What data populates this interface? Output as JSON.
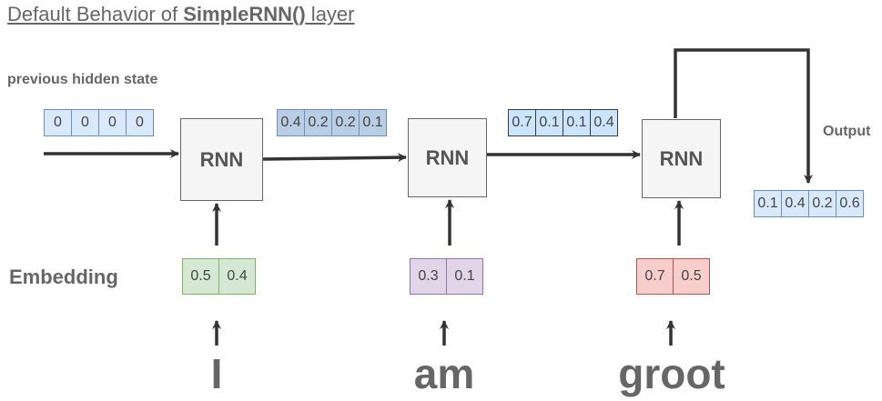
{
  "title": {
    "prefix": "Default Behavior of ",
    "bold": "SimpleRNN()",
    "suffix": " layer"
  },
  "labels": {
    "previous_hidden_state": "previous hidden state",
    "output": "Output",
    "embedding": "Embedding"
  },
  "rnn_label": "RNN",
  "hidden_states": {
    "initial": [
      "0",
      "0",
      "0",
      "0"
    ],
    "after_step1": [
      "0.4",
      "0.2",
      "0.2",
      "0.1"
    ],
    "after_step2": [
      "0.7",
      "0.1",
      "0.1",
      "0.4"
    ],
    "output": [
      "0.1",
      "0.4",
      "0.2",
      "0.6"
    ]
  },
  "embeddings": {
    "I": [
      "0.5",
      "0.4"
    ],
    "am": [
      "0.3",
      "0.1"
    ],
    "groot": [
      "0.7",
      "0.5"
    ]
  },
  "words": [
    "I",
    "am",
    "groot"
  ],
  "colors": {
    "initial_fill": "#dae8fc",
    "initial_border": "#6c8ebf",
    "step1_fill": "#b9cde5",
    "step1_border": "#6c8ebf",
    "step2_fill": "#cce5ff",
    "step2_border": "#36393d",
    "output_fill": "#dae8fc",
    "output_border": "#6c8ebf",
    "emb1_fill": "#d5e8d4",
    "emb1_border": "#82b366",
    "emb2_fill": "#e1d5e7",
    "emb2_border": "#9673a6",
    "emb3_fill": "#f8cecc",
    "emb3_border": "#b85450",
    "arrow": "#333333"
  }
}
